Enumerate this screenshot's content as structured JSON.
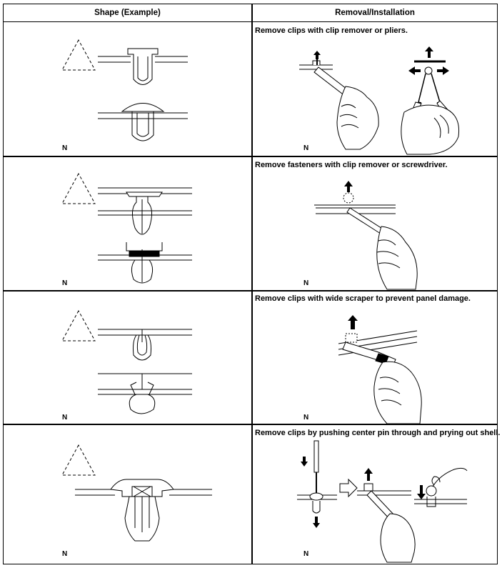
{
  "table": {
    "headers": [
      "Shape (Example)",
      "Removal/Installation"
    ],
    "rows": [
      {
        "note": "N",
        "note_right": "N",
        "text": "Remove clips with clip remover or pliers."
      },
      {
        "note": "N",
        "note_right": "N",
        "text": "Remove fasteners with clip remover or screwdriver."
      },
      {
        "note": "N",
        "note_right": "N",
        "text": "Remove clips with wide scraper to prevent panel damage."
      },
      {
        "note": "N",
        "note_right": "N",
        "text": "Remove clips by pushing center pin through and prying out shell."
      }
    ]
  },
  "icons": [
    "caution-triangle-icon",
    "clip-icon",
    "hand-tool-icon",
    "up-arrow-icon",
    "down-arrow-icon",
    "push-arrow-icon"
  ]
}
